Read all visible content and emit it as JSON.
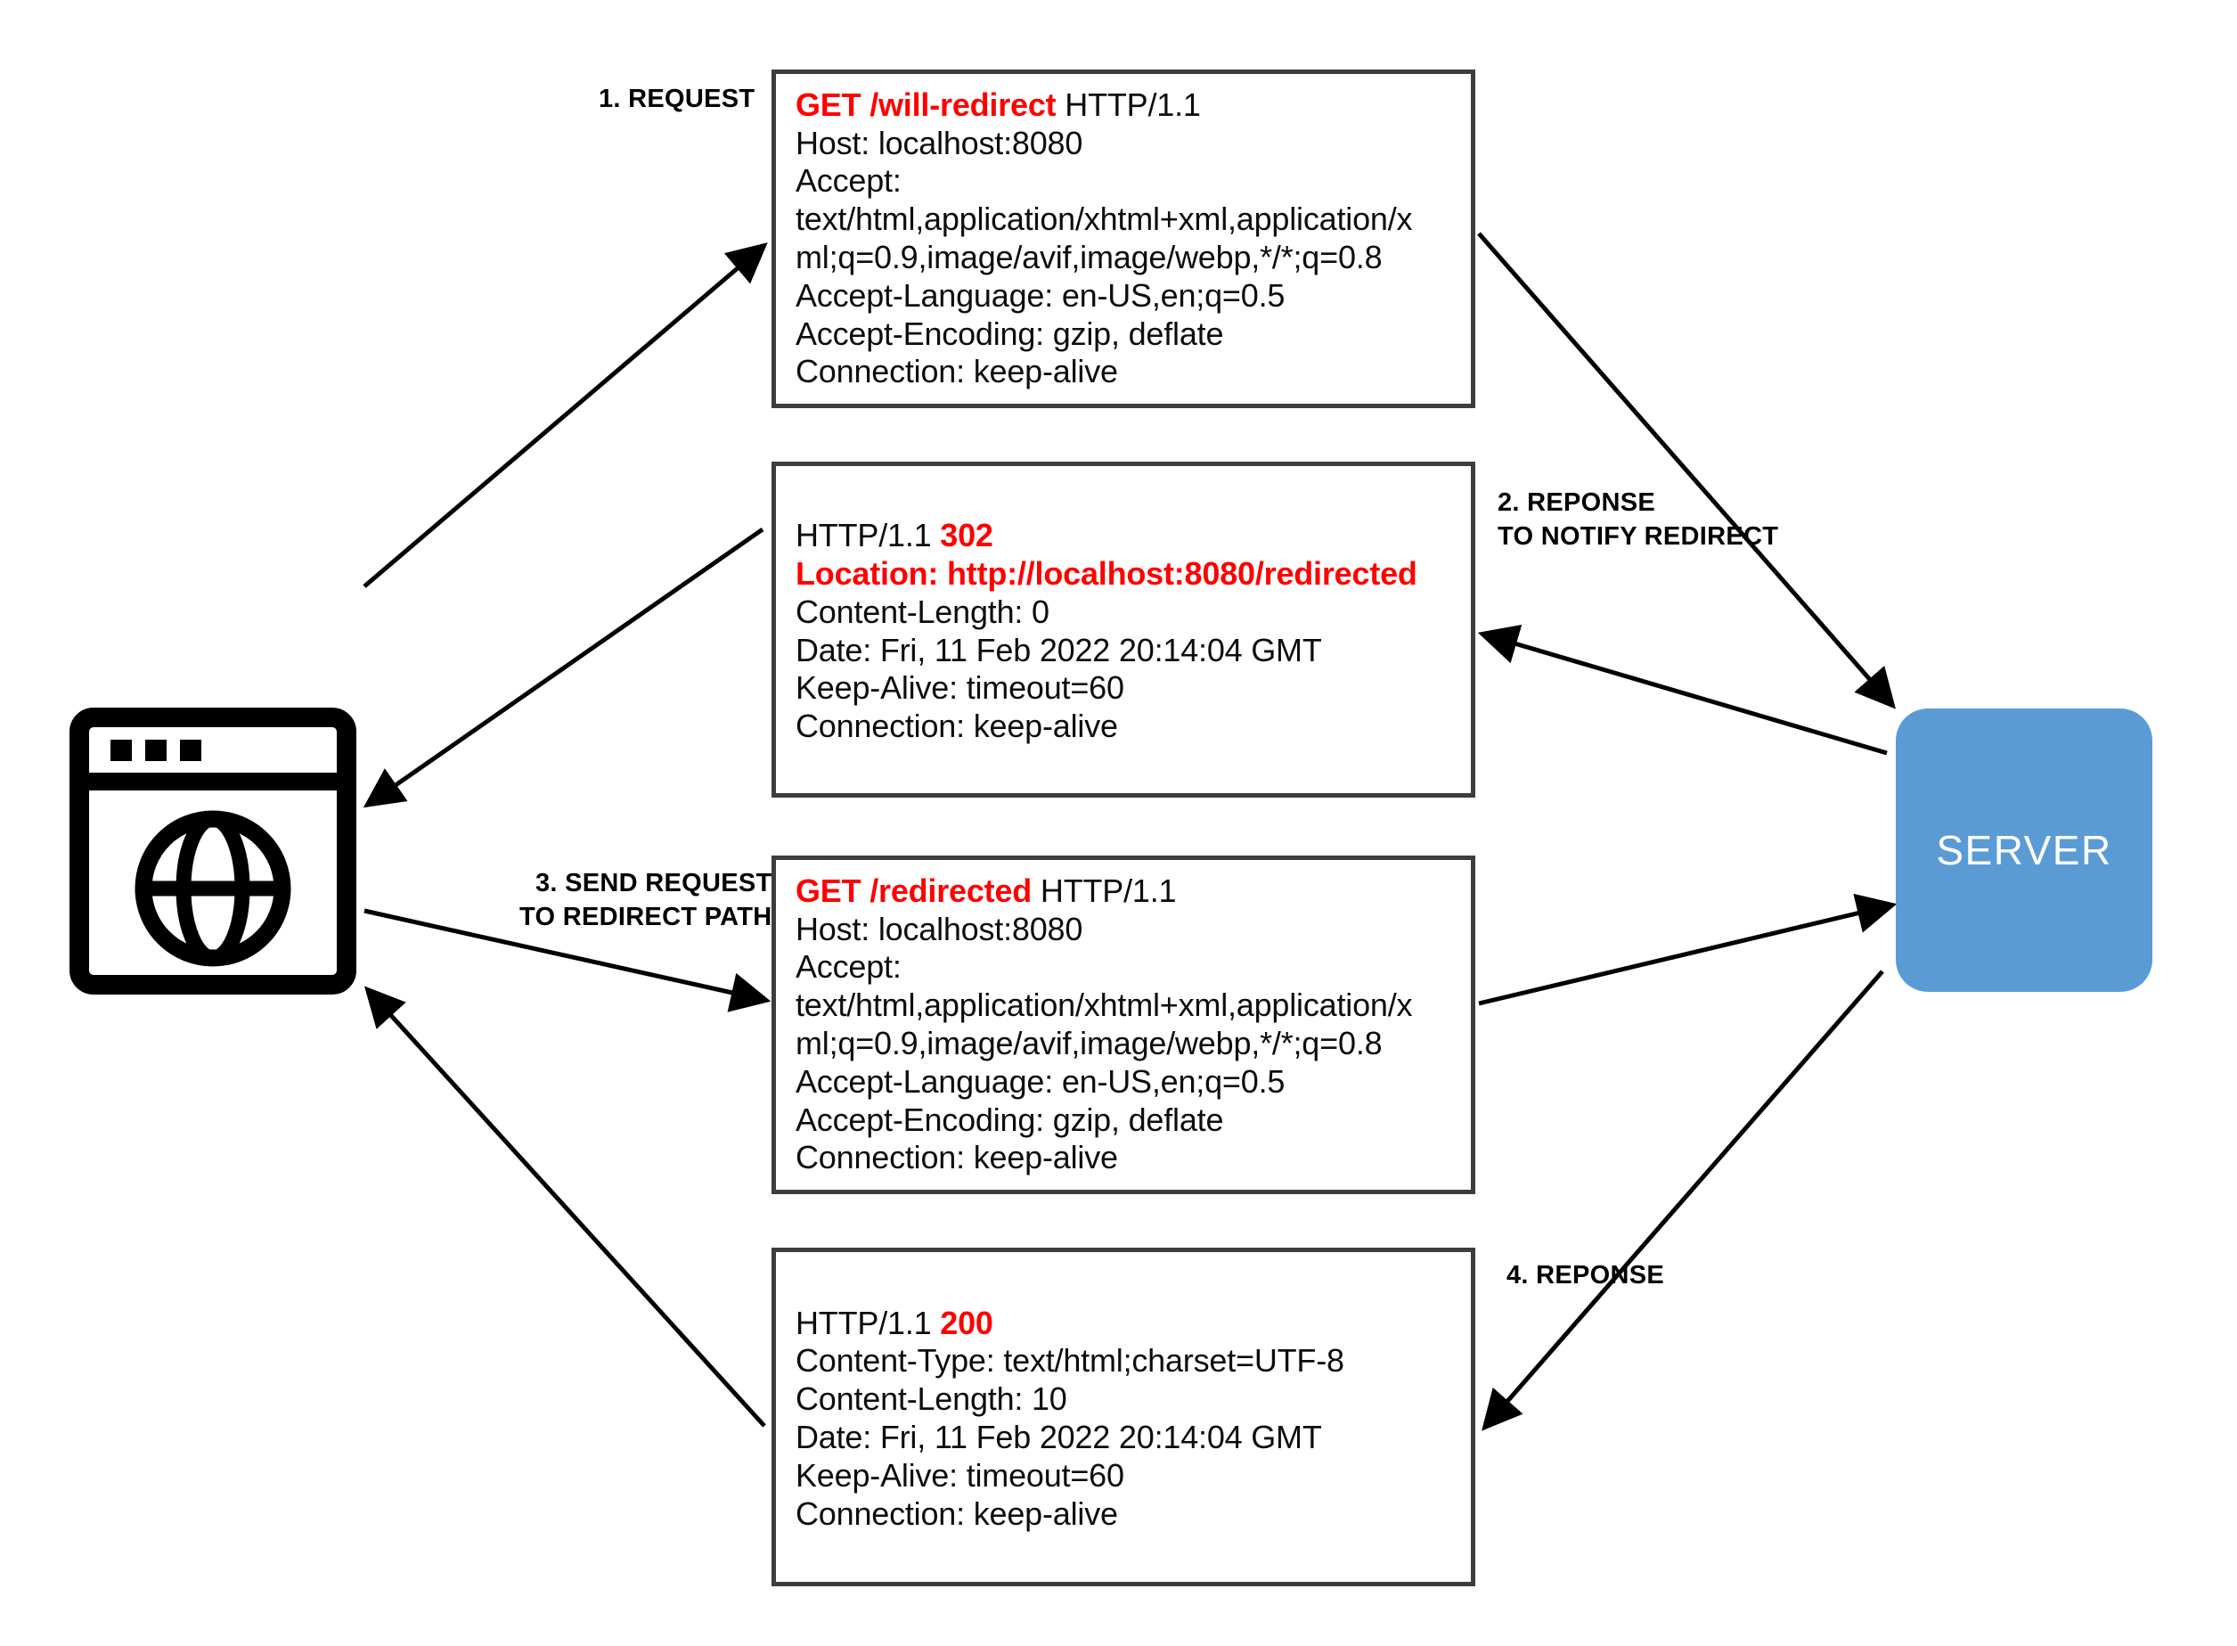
{
  "diagram": {
    "title": "HTTP 302 redirect sequence between browser and server",
    "colors": {
      "accent_red": "#ff0000",
      "server_blue": "#5b9bd5",
      "box_border": "#3d3d3d",
      "text": "#0d0d0d"
    }
  },
  "browser": {
    "icon_name": "browser-window-globe-icon"
  },
  "server": {
    "label": "SERVER"
  },
  "labels": {
    "step1": "1. REQUEST",
    "step2": "2. REPONSE\nTO NOTIFY REDIRECT",
    "step3": "3. SEND REQUEST\nTO REDIRECT PATH",
    "step4": "4. REPONSE"
  },
  "boxes": [
    {
      "id": "request-will-redirect",
      "kind": "request",
      "lines": [
        {
          "red_prefix": "GET /will-redirect",
          "rest": " HTTP/1.1"
        },
        {
          "text": "Host: localhost:8080"
        },
        {
          "text": "Accept:"
        },
        {
          "text": "text/html,application/xhtml+xml,application/x"
        },
        {
          "text": "ml;q=0.9,image/avif,image/webp,*/*;q=0.8"
        },
        {
          "text": "Accept-Language: en-US,en;q=0.5"
        },
        {
          "text": "Accept-Encoding: gzip, deflate"
        },
        {
          "text": "Connection: keep-alive"
        }
      ]
    },
    {
      "id": "response-302",
      "kind": "response",
      "lines": [
        {
          "text": "HTTP/1.1 ",
          "red_suffix": "302"
        },
        {
          "all_red": "Location: http://localhost:8080/redirected"
        },
        {
          "text": "Content-Length: 0"
        },
        {
          "text": "Date: Fri, 11 Feb 2022 20:14:04 GMT"
        },
        {
          "text": "Keep-Alive: timeout=60"
        },
        {
          "text": "Connection: keep-alive"
        }
      ]
    },
    {
      "id": "request-redirected",
      "kind": "request",
      "lines": [
        {
          "red_prefix": "GET /redirected",
          "rest": " HTTP/1.1"
        },
        {
          "text": "Host: localhost:8080"
        },
        {
          "text": "Accept:"
        },
        {
          "text": "text/html,application/xhtml+xml,application/x"
        },
        {
          "text": "ml;q=0.9,image/avif,image/webp,*/*;q=0.8"
        },
        {
          "text": "Accept-Language: en-US,en;q=0.5"
        },
        {
          "text": "Accept-Encoding: gzip, deflate"
        },
        {
          "text": "Connection: keep-alive"
        }
      ]
    },
    {
      "id": "response-200",
      "kind": "response",
      "lines": [
        {
          "text": "HTTP/1.1 ",
          "red_suffix": "200"
        },
        {
          "text": "Content-Type: text/html;charset=UTF-8"
        },
        {
          "text": "Content-Length: 10"
        },
        {
          "text": "Date: Fri, 11 Feb 2022 20:14:04 GMT"
        },
        {
          "text": "Keep-Alive: timeout=60"
        },
        {
          "text": "Connection: keep-alive"
        }
      ]
    }
  ]
}
